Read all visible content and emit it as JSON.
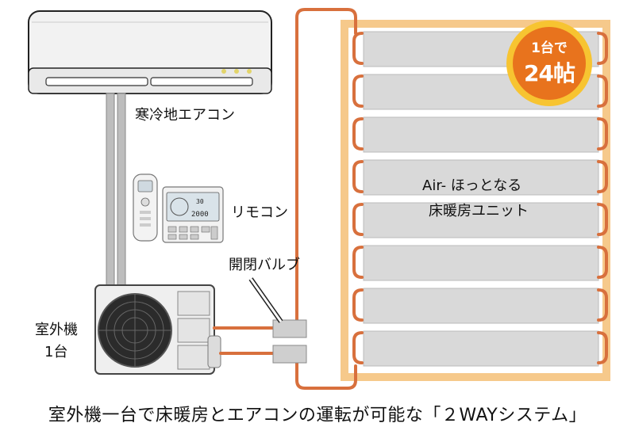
{
  "labels": {
    "aircon": "寒冷地エアコン",
    "remote": "リモコン",
    "valve": "開閉バルブ",
    "outdoor_line1": "室外機",
    "outdoor_line2": "1台",
    "floor_unit_line1": "Air- ほっとなる",
    "floor_unit_line2": "床暖房ユニット"
  },
  "badge": {
    "line1": "1台で",
    "line2": "24帖"
  },
  "caption": "室外機一台で床暖房とエアコンの運転が可能な「２WAYシステム」",
  "remote_display": {
    "temp_small": "30",
    "temp_large": "2000"
  },
  "colors": {
    "pipe": "#d8703d",
    "floor_frame": "#f6c98b",
    "panel": "#d9d9d9",
    "badge_outer": "#f7c431",
    "badge_inner": "#e8731d"
  }
}
